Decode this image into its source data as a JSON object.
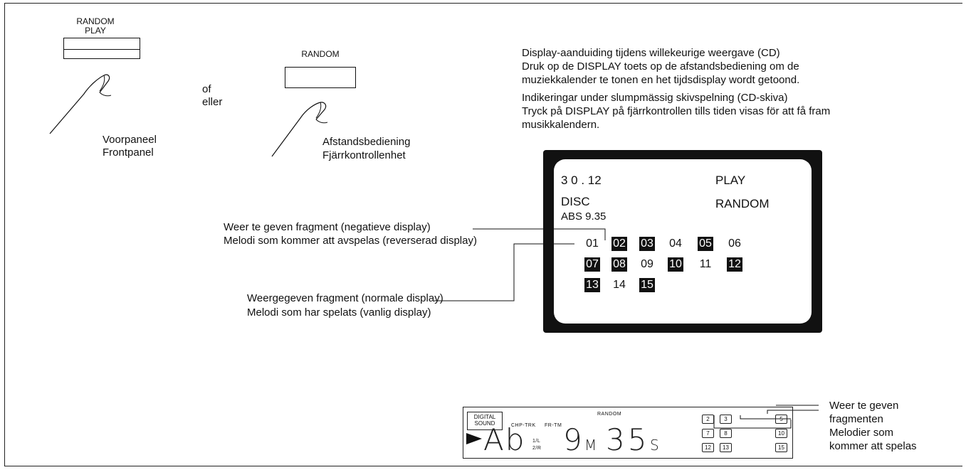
{
  "front_panel": {
    "button_label": "RANDOM\nPLAY",
    "caption_nl": "Voorpaneel",
    "caption_sv": "Frontpanel"
  },
  "connector": {
    "nl": "of",
    "sv": "eller"
  },
  "remote": {
    "button_label": "RANDOM",
    "caption_nl": "Afstandsbediening",
    "caption_sv": "Fjärrkontrollenhet"
  },
  "heading_nl": {
    "title": "Display-aanduiding tijdens willekeurige weergave (CD)",
    "body": "Druk op de DISPLAY toets op de afstandsbediening om de muziekkalender te tonen en het tijdsdisplay wordt getoond."
  },
  "heading_sv": {
    "title": "Indikeringar under slumpmässig skivspelning (CD-skiva)",
    "body": "Tryck på DISPLAY på fjärrkontrollen tills tiden visas för att få fram musikkalendern."
  },
  "tv_screen": {
    "time": "3  0 . 12",
    "play": "PLAY",
    "disc": "DISC",
    "random": "RANDOM",
    "abs": "ABS  9.35",
    "tracks": [
      {
        "n": "01",
        "inv": false
      },
      {
        "n": "02",
        "inv": true
      },
      {
        "n": "03",
        "inv": true
      },
      {
        "n": "04",
        "inv": false
      },
      {
        "n": "05",
        "inv": true
      },
      {
        "n": "06",
        "inv": false
      },
      {
        "n": "07",
        "inv": true
      },
      {
        "n": "08",
        "inv": true
      },
      {
        "n": "09",
        "inv": false
      },
      {
        "n": "10",
        "inv": true
      },
      {
        "n": "11",
        "inv": false
      },
      {
        "n": "12",
        "inv": true
      },
      {
        "n": "13",
        "inv": true
      },
      {
        "n": "14",
        "inv": false
      },
      {
        "n": "15",
        "inv": true
      }
    ]
  },
  "callout_negative": {
    "nl": "Weer te geven fragment (negatieve display)",
    "sv": "Melodi som kommer att avspelas (reverserad display)"
  },
  "callout_normal": {
    "nl": "Weergegeven fragment (normale display)",
    "sv": "Melodi som har spelats (vanlig display)"
  },
  "fl_display": {
    "digital_sound": "DIGITAL\nSOUND",
    "random": "RANDOM",
    "chp_trk": "CHP-TRK",
    "fr_tm": "FR-TM",
    "mode": "Ab",
    "ch1": "1/L",
    "ch2": "2/R",
    "minutes": "9",
    "min_unit": "M",
    "seconds": "35",
    "sec_unit": "S",
    "calendar": [
      "2",
      "3",
      "5",
      "7",
      "8",
      "10",
      "12",
      "13",
      "15"
    ]
  },
  "callout_fl": {
    "nl1": "Weer te geven",
    "nl2": "fragmenten",
    "sv1": "Melodier som",
    "sv2": "kommer att spelas"
  }
}
